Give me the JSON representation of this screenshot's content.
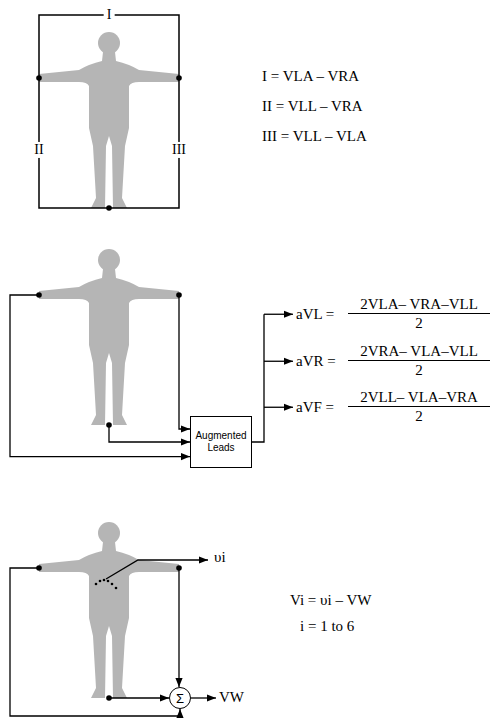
{
  "diagram": {
    "nodes": [
      {
        "text": [
          "Augmented Leads"
        ]
      },
      {
        "text": [
          "Σ"
        ]
      }
    ],
    "labels": [
      "I",
      "II",
      "III",
      "I = VLA – VRA",
      "II = VLL – VRA",
      "III = VLL – VLA",
      "aVL =",
      "2VLA– VRA–VLL",
      "2",
      "aVR =",
      "2VRA– VLA–VLL",
      "2",
      "aVF =",
      "2VLL– VLA–VRA",
      "2",
      "υi",
      "VW",
      "Vi = υi – VW",
      "i = 1 to 6"
    ]
  }
}
